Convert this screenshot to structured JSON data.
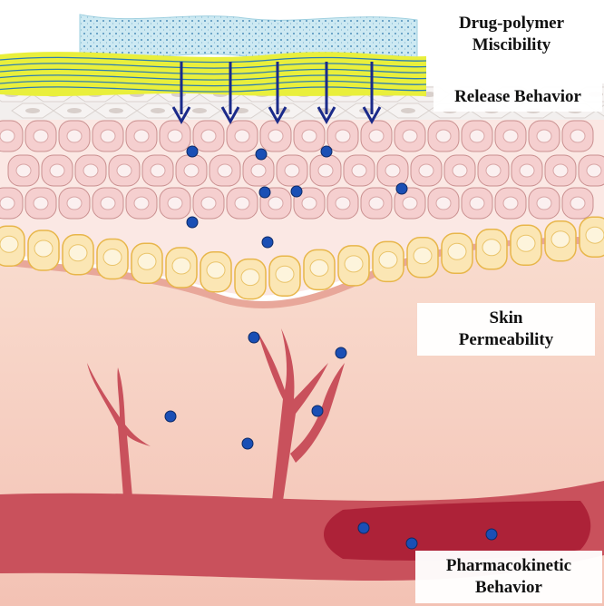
{
  "labels": {
    "miscibility": [
      "Drug-polymer",
      "Miscibility"
    ],
    "release": [
      "Release Behavior"
    ],
    "permeability": [
      "Skin",
      "Permeability"
    ],
    "pharmacokinetic": [
      "Pharmacokinetic",
      "Behavior"
    ]
  },
  "colors": {
    "dermis": "#f7d2c4",
    "dermis_lower": "#f3c0b2",
    "basal_cells": "#fbe6b4",
    "basal_border": "#e8b64a",
    "keratinocyte": "#f5cfcf",
    "keratinocyte_border": "#c98f8f",
    "patch_yellow": "#e8ee3a",
    "patch_top": "#c9e8f0",
    "vessel": "#c24a55",
    "vessel_inner": "#a81e35",
    "drug_dot": "#1a4fb5",
    "arrow": "#1a2a8a"
  },
  "icons": {
    "arrow": "down-arrow-icon",
    "drug": "drug-particle-icon"
  }
}
